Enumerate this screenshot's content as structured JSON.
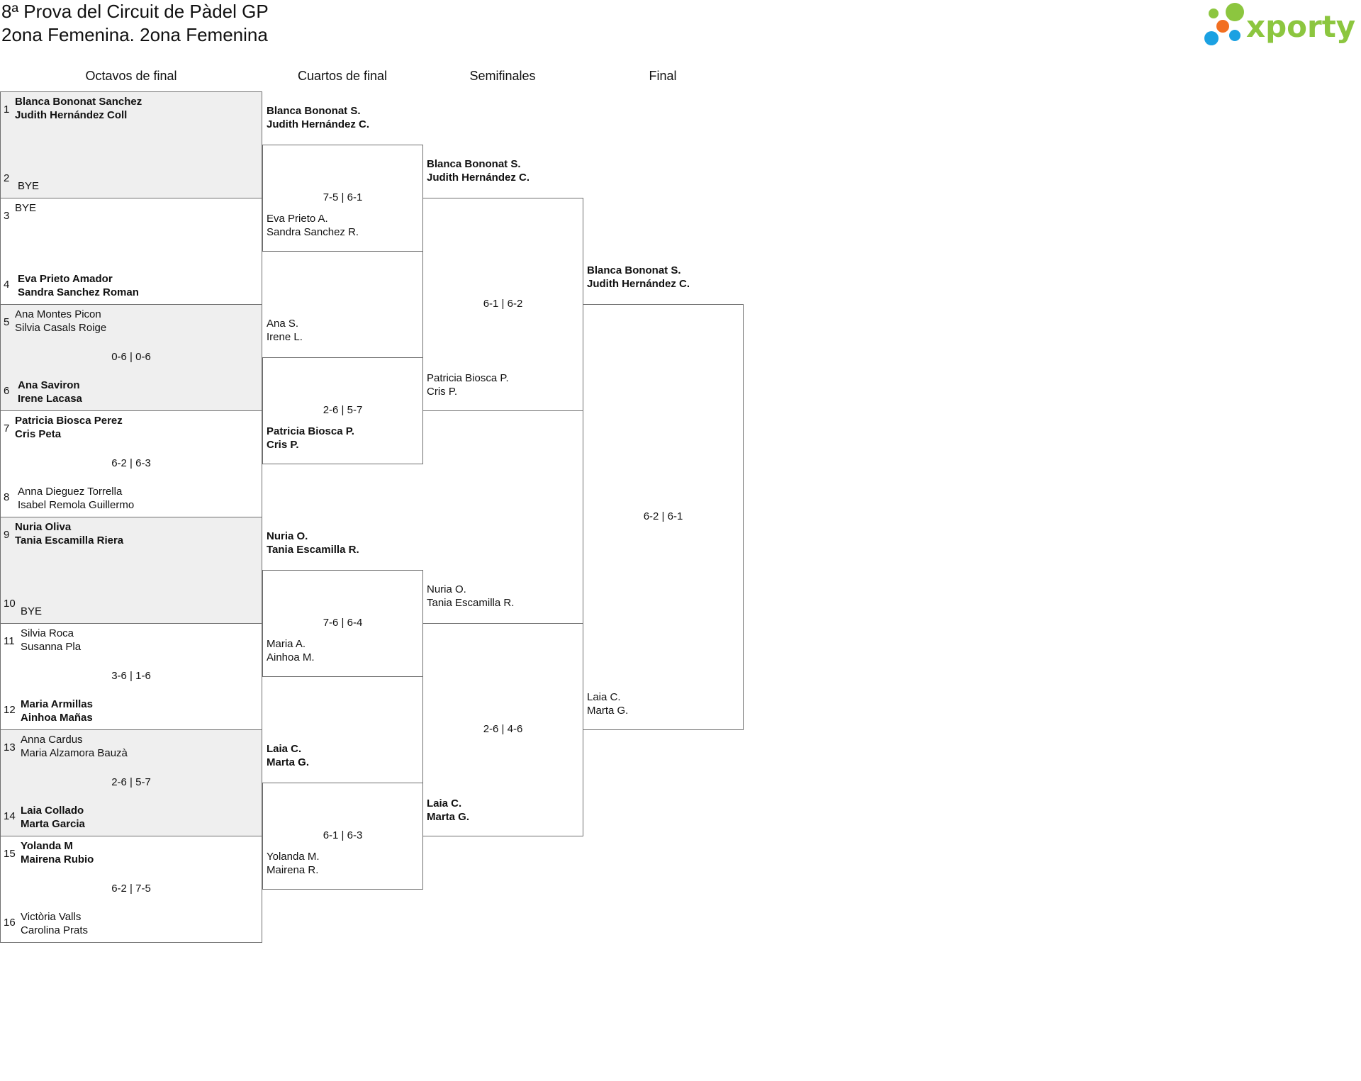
{
  "header": {
    "title_line1": "8ª Prova del Circuit de Pàdel GP",
    "title_line2": "2ona Femenina. 2ona Femenina",
    "logo_text": "xporty",
    "logo_colors": {
      "green": "#8cc63f",
      "orange": "#f26f21",
      "blue": "#1ba1e2"
    }
  },
  "rounds": [
    "Octavos de final",
    "Cuartos de final",
    "Semifinales",
    "Final"
  ],
  "octavos": [
    {
      "seed_a": "1",
      "team_a": [
        "Blanca Bononat Sanchez",
        "Judith Hernández Coll"
      ],
      "winner_a": true,
      "seed_b": "2",
      "team_b": [
        "BYE"
      ],
      "winner_b": false,
      "score": ""
    },
    {
      "seed_a": "3",
      "team_a": [
        "BYE"
      ],
      "winner_a": false,
      "seed_b": "4",
      "team_b": [
        "Eva Prieto Amador",
        "Sandra Sanchez Roman"
      ],
      "winner_b": true,
      "score": ""
    },
    {
      "seed_a": "5",
      "team_a": [
        "Ana Montes Picon",
        "Silvia Casals Roige"
      ],
      "winner_a": false,
      "seed_b": "6",
      "team_b": [
        "Ana Saviron",
        "Irene Lacasa"
      ],
      "winner_b": true,
      "score": "0-6 | 0-6"
    },
    {
      "seed_a": "7",
      "team_a": [
        "Patricia Biosca Perez",
        "Cris Peta"
      ],
      "winner_a": true,
      "seed_b": "8",
      "team_b": [
        "Anna Dieguez Torrella",
        "Isabel Remola Guillermo"
      ],
      "winner_b": false,
      "score": "6-2 | 6-3"
    },
    {
      "seed_a": "9",
      "team_a": [
        "Nuria Oliva",
        "Tania Escamilla Riera"
      ],
      "winner_a": true,
      "seed_b": "10",
      "team_b": [
        "BYE"
      ],
      "winner_b": false,
      "score": ""
    },
    {
      "seed_a": "11",
      "team_a": [
        "Silvia Roca",
        "Susanna Pla"
      ],
      "winner_a": false,
      "seed_b": "12",
      "team_b": [
        "Maria Armillas",
        "Ainhoa Mañas"
      ],
      "winner_b": true,
      "score": "3-6 | 1-6"
    },
    {
      "seed_a": "13",
      "team_a": [
        "Anna Cardus",
        "Maria Alzamora Bauzà"
      ],
      "winner_a": false,
      "seed_b": "14",
      "team_b": [
        "Laia Collado",
        "Marta Garcia"
      ],
      "winner_b": true,
      "score": "2-6 | 5-7"
    },
    {
      "seed_a": "15",
      "team_a": [
        "Yolanda M",
        "Mairena Rubio"
      ],
      "winner_a": true,
      "seed_b": "16",
      "team_b": [
        "Victòria Valls",
        "Carolina Prats"
      ],
      "winner_b": false,
      "score": "6-2 | 7-5"
    }
  ],
  "cuartos": [
    {
      "team_a": [
        "Blanca Bononat S.",
        "Judith Hernández C."
      ],
      "winner_a": true,
      "team_b": [
        "Eva Prieto A.",
        "Sandra Sanchez R."
      ],
      "winner_b": false,
      "score": "7-5 | 6-1"
    },
    {
      "team_a": [
        "Ana S.",
        "Irene L."
      ],
      "winner_a": false,
      "team_b": [
        "Patricia Biosca P.",
        "Cris P."
      ],
      "winner_b": true,
      "score": "2-6 | 5-7"
    },
    {
      "team_a": [
        "Nuria O.",
        "Tania Escamilla R."
      ],
      "winner_a": true,
      "team_b": [
        "Maria A.",
        "Ainhoa M."
      ],
      "winner_b": false,
      "score": "7-6 | 6-4"
    },
    {
      "team_a": [
        "Laia C.",
        "Marta G."
      ],
      "winner_a": true,
      "team_b": [
        "Yolanda M.",
        "Mairena R."
      ],
      "winner_b": false,
      "score": "6-1 | 6-3"
    }
  ],
  "semis": [
    {
      "team_a": [
        "Blanca Bononat S.",
        "Judith Hernández C."
      ],
      "winner_a": true,
      "team_b": [
        "Patricia Biosca P.",
        "Cris P."
      ],
      "winner_b": false,
      "score": "6-1 | 6-2"
    },
    {
      "team_a": [
        "Nuria O.",
        "Tania Escamilla R."
      ],
      "winner_a": false,
      "team_b": [
        "Laia C.",
        "Marta G."
      ],
      "winner_b": true,
      "score": "2-6 | 4-6"
    }
  ],
  "final": [
    {
      "team_a": [
        "Blanca Bononat S.",
        "Judith Hernández C."
      ],
      "winner_a": true,
      "team_b": [
        "Laia C.",
        "Marta G."
      ],
      "winner_b": false,
      "score": "6-2 | 6-1"
    }
  ]
}
